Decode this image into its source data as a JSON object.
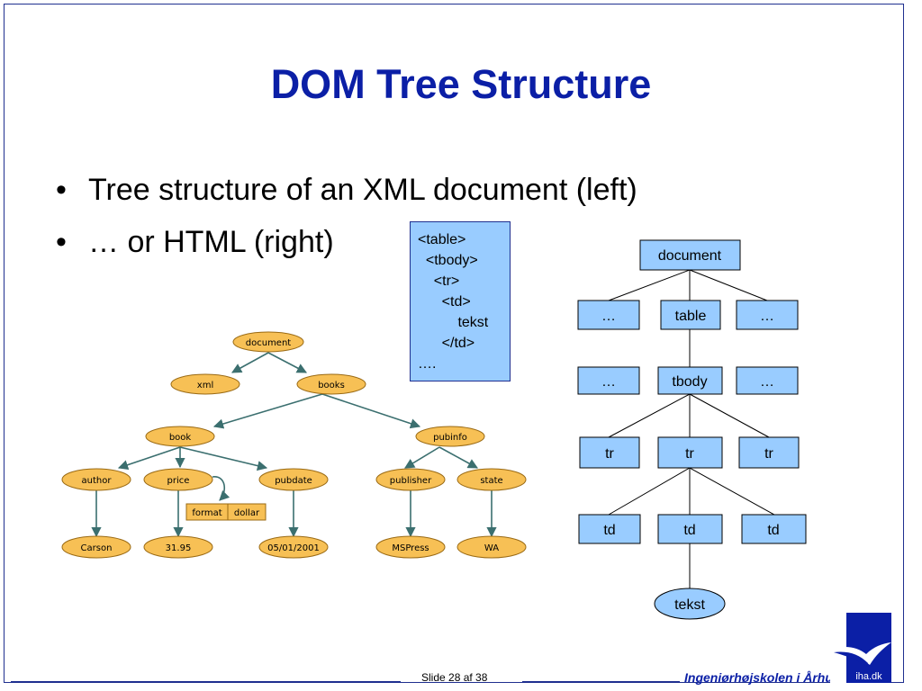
{
  "slide": {
    "title": "DOM Tree Structure",
    "bullets": [
      "Tree structure of an XML document (left)",
      "… or HTML (right)"
    ],
    "bullet_marker": "•",
    "footer": {
      "slide_label": "Slide 28 af  38",
      "school": "Ingeniørhøjskolen i Århus",
      "logo_text": "iha.dk"
    }
  },
  "code_sample": [
    "<table>",
    "  <tbody>",
    "    <tr>",
    "      <td>",
    "          tekst",
    "      </td>",
    "…."
  ],
  "xml_tree": {
    "nodes": {
      "document": "document",
      "xml": "xml",
      "books": "books",
      "book": "book",
      "pubinfo": "pubinfo",
      "author": "author",
      "price": "price",
      "pubdate": "pubdate",
      "publisher": "publisher",
      "state": "state",
      "carson": "Carson",
      "price_val": "31.95",
      "date_val": "05/01/2001",
      "mspress": "MSPress",
      "wa": "WA"
    },
    "attributes": {
      "name": "format",
      "value": "dollar"
    }
  },
  "html_tree": {
    "nodes": {
      "document": "document",
      "level1": [
        "…",
        "table",
        "…"
      ],
      "level2": [
        "…",
        "tbody",
        "…"
      ],
      "level3": [
        "tr",
        "tr",
        "tr"
      ],
      "level4": [
        "td",
        "td",
        "td"
      ],
      "leaf": "tekst"
    }
  }
}
